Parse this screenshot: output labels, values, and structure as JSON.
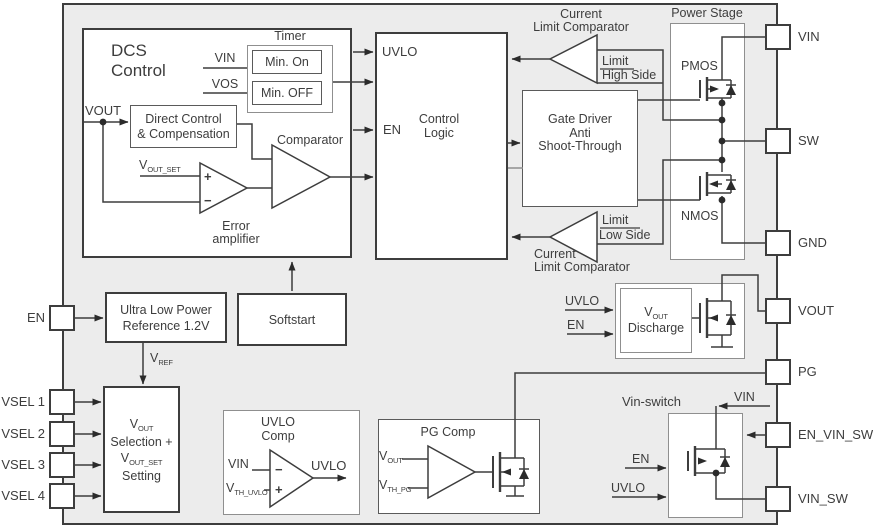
{
  "pins": {
    "left": [
      {
        "label": "EN"
      },
      {
        "label": "VSEL 1"
      },
      {
        "label": "VSEL 2"
      },
      {
        "label": "VSEL 3"
      },
      {
        "label": "VSEL 4"
      }
    ],
    "right": [
      {
        "label": "VIN"
      },
      {
        "label": "SW"
      },
      {
        "label": "GND"
      },
      {
        "label": "VOUT"
      },
      {
        "label": "PG"
      },
      {
        "label": "EN_VIN_SW"
      },
      {
        "label": "VIN_SW"
      }
    ]
  },
  "dcs": {
    "title_l1": "DCS",
    "title_l2": "Control",
    "timer": "Timer",
    "min_on": "Min. On",
    "min_off": "Min. OFF",
    "vin": "VIN",
    "vos": "VOS",
    "vout": "VOUT",
    "direct_l1": "Direct Control",
    "direct_l2": "& Compensation",
    "vout_set_main": "V",
    "vout_set_sub": "OUT_SET",
    "plus": "+",
    "minus": "−",
    "err_l1": "Error",
    "err_l2": "amplifier",
    "comparator": "Comparator"
  },
  "control_logic": {
    "uvlo": "UVLO",
    "en": "EN",
    "l1": "Control",
    "l2": "Logic"
  },
  "clc_top": {
    "l1": "Current",
    "l2": "Limit Comparator",
    "limit": "Limit",
    "side": "High Side"
  },
  "clc_bottom": {
    "l1": "Current",
    "l2": "Limit Comparator",
    "limit": "Limit",
    "side": "Low Side"
  },
  "gate_driver": {
    "l1": "Gate Driver",
    "l2": "Anti",
    "l3": "Shoot-Through"
  },
  "power_stage": {
    "title": "Power Stage",
    "pmos": "PMOS",
    "nmos": "NMOS"
  },
  "reference": {
    "l1": "Ultra Low Power",
    "l2": "Reference 1.2V"
  },
  "softstart": {
    "label": "Softstart"
  },
  "vref": {
    "main": "V",
    "sub": "REF"
  },
  "vout_sel": {
    "l1_main": "V",
    "l1_sub": "OUT",
    "l2": "Selection +",
    "l3_main": "V",
    "l3_sub": "OUT_SET",
    "l4": "Setting"
  },
  "uvlo_comp": {
    "t1": "UVLO",
    "t2": "Comp",
    "vin": "VIN",
    "vth_main": "V",
    "vth_sub": "TH_UVLO",
    "minus": "−",
    "plus": "+",
    "out": "UVLO"
  },
  "pg_comp": {
    "title": "PG Comp",
    "vout_main": "V",
    "vout_sub": "OUT",
    "vth_main": "V",
    "vth_sub": "TH_PG"
  },
  "vout_discharge": {
    "uvlo": "UVLO",
    "en": "EN",
    "l1_main": "V",
    "l1_sub": "OUT",
    "l2": "Discharge"
  },
  "vin_switch": {
    "title": "Vin-switch",
    "vin": "VIN",
    "en": "EN",
    "uvlo": "UVLO"
  },
  "colors": {
    "line": "#3d3d3d",
    "chip_bg": "#ececec",
    "arrow": "#2b2b2b"
  }
}
